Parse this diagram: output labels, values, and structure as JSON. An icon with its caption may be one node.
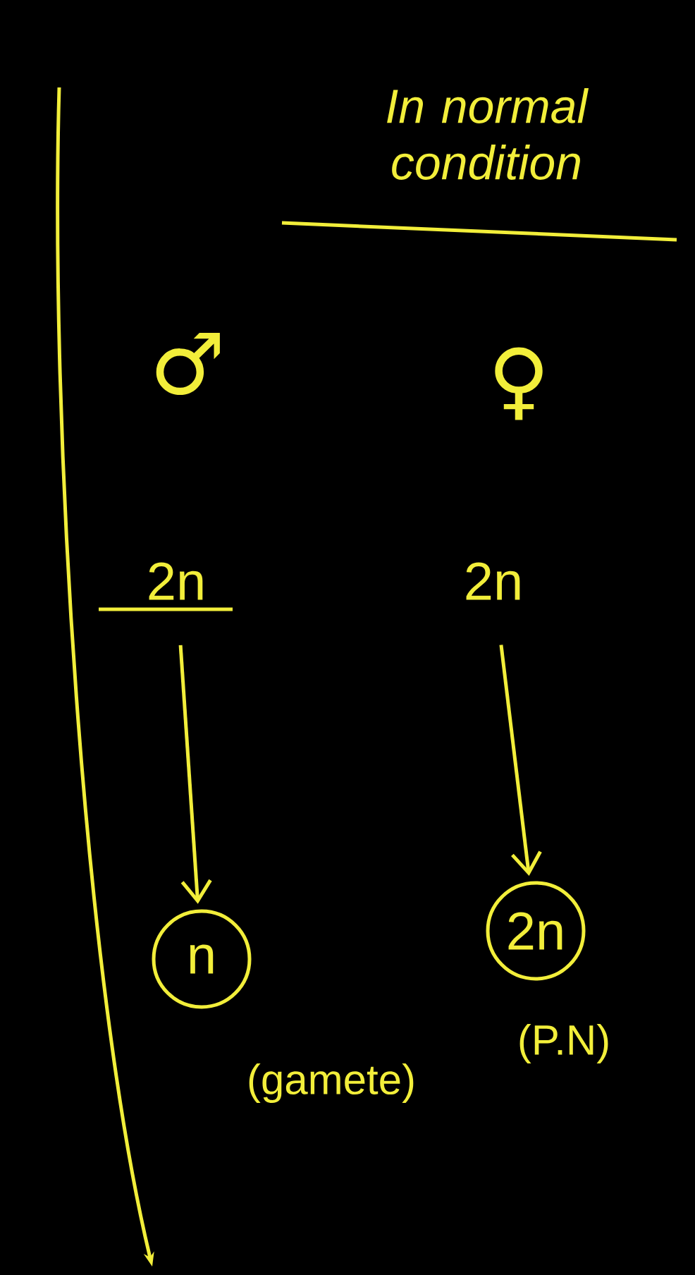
{
  "diagram": {
    "title": "In normal condition",
    "nodes": [
      {
        "text": [
          "2n"
        ]
      },
      {
        "text": [
          "2n"
        ]
      },
      {
        "text": [
          "n"
        ],
        "beside": [
          "(gamete)"
        ]
      },
      {
        "text": [
          "2n"
        ],
        "beside": [
          "(P.N)"
        ]
      }
    ],
    "edges": [
      {
        "from": 0,
        "to": 2,
        "arrow": "to"
      },
      {
        "from": 1,
        "to": 3,
        "arrow": "to"
      }
    ],
    "labels": [
      "♂",
      "♀"
    ]
  }
}
